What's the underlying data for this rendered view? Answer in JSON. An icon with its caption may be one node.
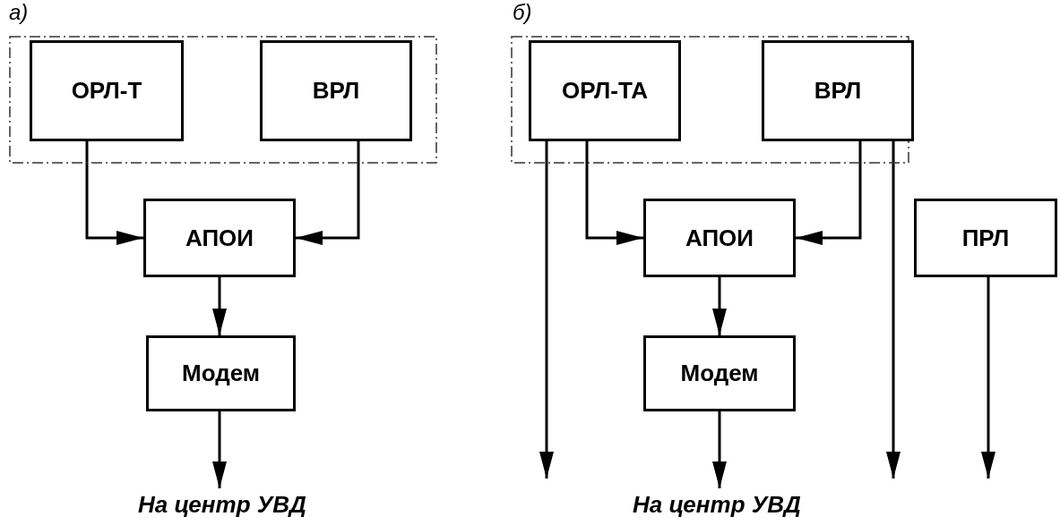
{
  "diagram": {
    "nodes": [
      {
        "text": [],
        "shape": "box"
      },
      {
        "text": [
          "ОРЛ-Т"
        ],
        "in": 0
      },
      {
        "text": [
          "ВРЛ"
        ],
        "in": 0
      },
      {
        "text": [
          "АПОИ"
        ]
      },
      {
        "text": [
          "Модем"
        ]
      },
      {
        "text": [
          "На центр УВД"
        ]
      },
      {
        "text": [],
        "shape": "box"
      },
      {
        "text": [
          "ОРЛ-ТА"
        ],
        "in": 6
      },
      {
        "text": [
          "ВРЛ"
        ],
        "in": 6
      },
      {
        "text": [
          "АПОИ"
        ]
      },
      {
        "text": [
          "ПРЛ"
        ]
      },
      {
        "text": [
          "Модем"
        ]
      },
      {
        "text": [
          "На центр УВД"
        ]
      }
    ],
    "edges": [
      {
        "from": 1,
        "to": 3,
        "arrow": "to"
      },
      {
        "from": 2,
        "to": 3,
        "arrow": "to"
      },
      {
        "from": 3,
        "to": 4,
        "arrow": "to"
      },
      {
        "from": 4,
        "to": 5,
        "arrow": "to"
      },
      {
        "from": 7,
        "to": null,
        "arrow": "to"
      },
      {
        "from": 7,
        "to": 9,
        "arrow": "to"
      },
      {
        "from": 8,
        "to": 9,
        "arrow": "to"
      },
      {
        "from": 8,
        "to": null,
        "arrow": "to"
      },
      {
        "from": 9,
        "to": 11,
        "arrow": "to"
      },
      {
        "from": 11,
        "to": 12,
        "arrow": "to"
      },
      {
        "from": 10,
        "to": null,
        "arrow": "to"
      }
    ],
    "labels": [
      "а)",
      "б)"
    ]
  }
}
